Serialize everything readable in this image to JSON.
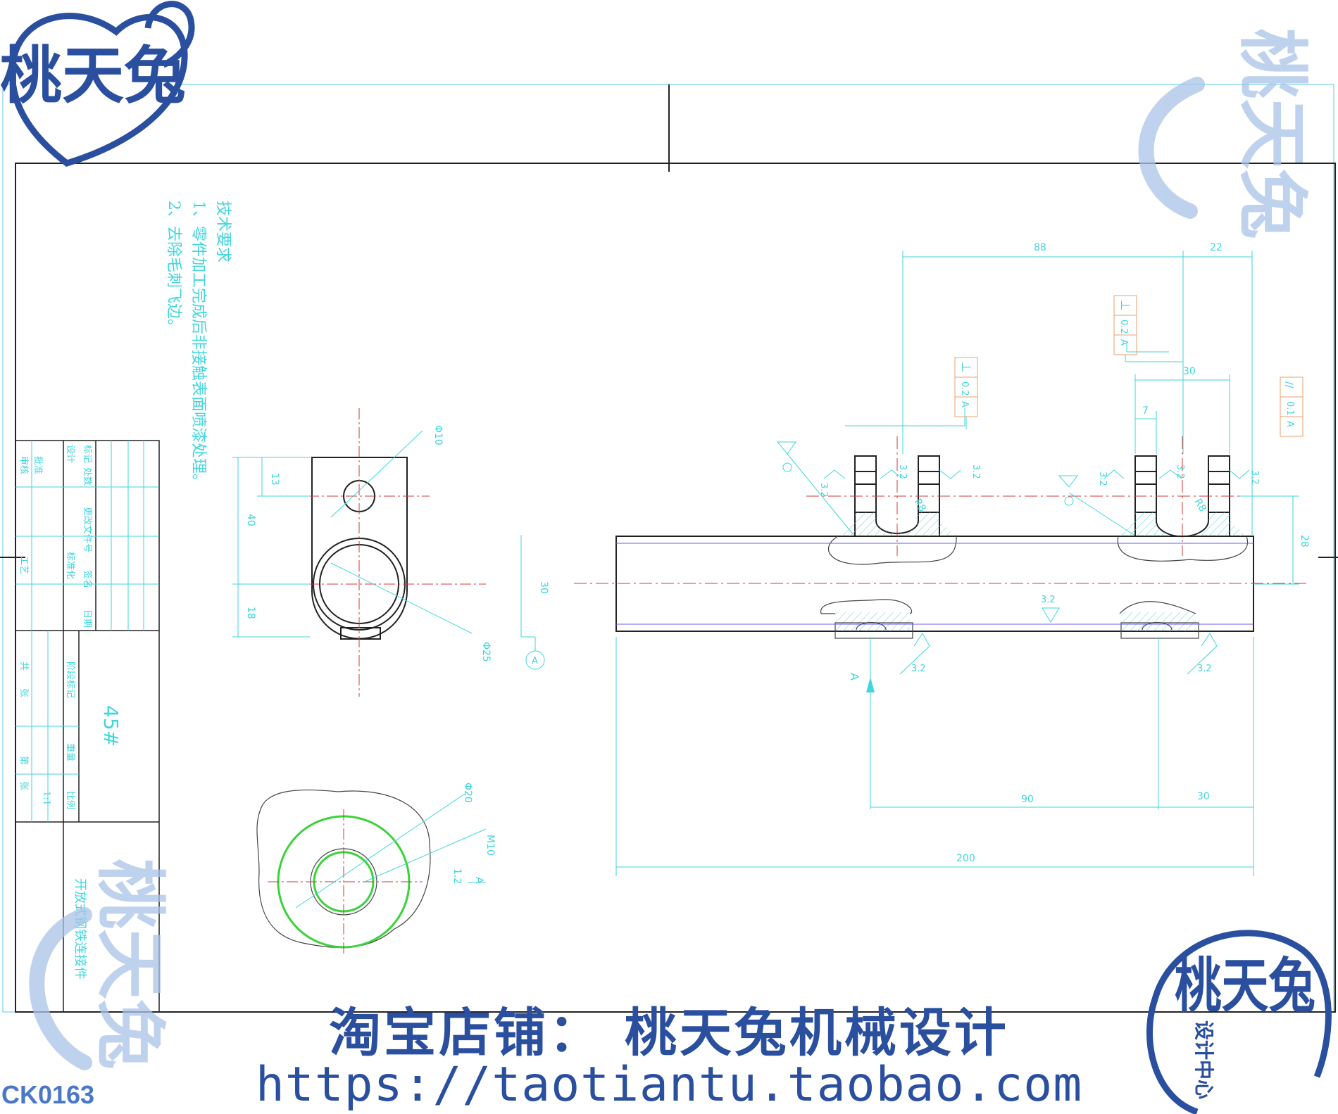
{
  "brand": {
    "logo_text": "桃天兔",
    "watermark_text": "桃天兔",
    "seal_main": "桃天兔",
    "seal_sub": "设计中心",
    "shop_line": "淘宝店铺：  桃天兔机械设计",
    "url": "https://taotiantu.taobao.com",
    "code": "CK0163",
    "colors": {
      "brand_blue": "#2a4f9e",
      "watermark_blue": "#a9c3e8",
      "code_blue": "#4a78c8"
    }
  },
  "tech_requirements": {
    "title": "技术要求",
    "items": [
      "1、零件加工完成后非接触表面喷漆处理。",
      "2、去除毛刺飞边。"
    ]
  },
  "title_block": {
    "material": "45#",
    "part_name": "开放式钢铁连接件",
    "labels": [
      "标记",
      "处数",
      "更改文件号",
      "签名",
      "日期",
      "设计",
      "标准化",
      "审核",
      "工艺",
      "批准",
      "阶段标记",
      "重量",
      "比例",
      "共",
      "张",
      "第",
      "张",
      "1:1"
    ]
  },
  "dimensions": {
    "top": [
      "88",
      "22",
      "30",
      "7"
    ],
    "bottom": [
      "90",
      "30",
      "200"
    ],
    "heights": [
      "28",
      "30"
    ],
    "side_view": [
      "13",
      "40",
      "18",
      "Φ10",
      "Φ25"
    ],
    "bottom_view": [
      "Φ20",
      "M10",
      "1.2"
    ],
    "radius": [
      "R8",
      "R8"
    ],
    "roughness": "3.2",
    "section": "A"
  },
  "tolerances": [
    {
      "symbol": "⊥",
      "value": "0.2",
      "datum": "A"
    },
    {
      "symbol": "⊥",
      "value": "0.2",
      "datum": "A"
    },
    {
      "symbol": "//",
      "value": "0.1",
      "datum": "A"
    }
  ]
}
